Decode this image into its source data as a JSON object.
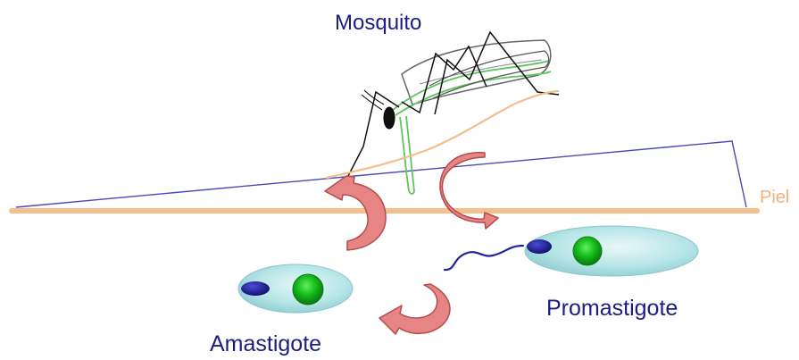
{
  "labels": {
    "mosquito": "Mosquito",
    "skin": "Piel",
    "promastigote": "Promastigote",
    "amastigote": "Amastigote"
  },
  "colors": {
    "label_blue": "#1c1c86",
    "skin_orange": "#f4c08f",
    "skin_line_label": "#f2b17c",
    "wedge_blue": "#3e3ea7",
    "arrow_fill": "#e78585",
    "arrow_stroke": "#b44c4c",
    "cell_fill": "#8ed2d5",
    "cell_highlight": "#e9f7f8",
    "nucleus_green": "#0eaa12",
    "kinetoplast_blue": "#1f1f9a",
    "mosquito_black": "#111111",
    "mosquito_green": "#5fc55f"
  },
  "icons": {
    "mosquito": "mosquito-icon",
    "cycle_arrows": "curved-arrow-icon",
    "promastigote_cell": "promastigote-cell-icon",
    "amastigote_cell": "amastigote-cell-icon"
  }
}
